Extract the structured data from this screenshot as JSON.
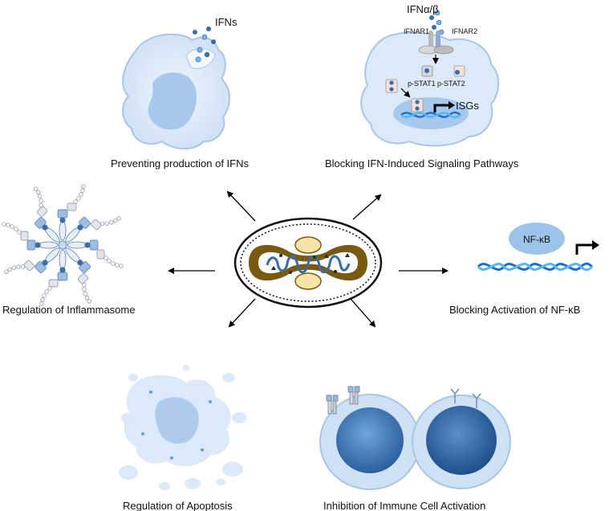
{
  "captions": {
    "ifn_production": "Preventing production of IFNs",
    "ifn_signaling": "Blocking IFN-Induced Signaling Pathways",
    "inflammasome": "Regulation of Inflammasome",
    "nfkb": "Blocking Activation of NF-κB",
    "apoptosis": "Regulation of Apoptosis",
    "immune": "Inhibition of Immune Cell Activation"
  },
  "labels": {
    "ifns": "IFNs",
    "ifn_ab": "IFNα/β",
    "ifnar1": "IFNAR1",
    "ifnar2": "IFNAR2",
    "pstat1": "p-STAT1",
    "pstat2": "p-STAT2",
    "isgs": "ISGs",
    "nfkb": "NF-κB"
  },
  "colors": {
    "cell_fill": "#dbe9f8",
    "cell_edge": "#a9c6e6",
    "nucleus": "#a6c8ec",
    "dot_dark": "#3a6ea8",
    "dna_dark": "#1d6fd0",
    "dna_light": "#55b7ee",
    "bacterium_brown": "#7a5a10",
    "bacterium_yellow": "#f6e3a6"
  }
}
